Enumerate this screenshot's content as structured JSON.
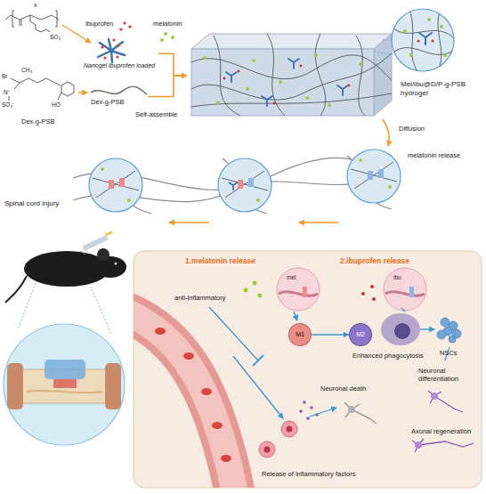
{
  "diagram": {
    "nodes": [
      {
        "text": [
          "Nanogel ibuprofen loaded"
        ]
      },
      {
        "text": [
          "Dex-g-PSB"
        ]
      },
      {
        "text": [
          "Mel/ibu@D/P-g-PSB hydrogel"
        ]
      },
      {
        "text": [
          "1.melatonin release",
          "2.ibuprofen release"
        ]
      },
      {
        "text": [
          "M1"
        ],
        "in": 3
      },
      {
        "text": [
          "M2"
        ],
        "in": 3
      }
    ],
    "edges": [
      {
        "from": 0,
        "to": 2,
        "arrow": "to"
      },
      {
        "from": 1,
        "to": 2,
        "arrow": "to"
      },
      {
        "from": 4,
        "to": 5,
        "arrow": "to"
      }
    ],
    "labels": [
      "x",
      "SO₃⁻",
      "ibuprofen",
      "Br",
      "CH₃",
      "N⁺",
      "SO₃⁻",
      "HO",
      "Dex-g-PSB",
      "melatonin",
      "Self-assemble",
      "Diffusion",
      "melatonin release",
      "Spinal cord injury",
      "anti-inflammatory",
      "mel",
      "ibu",
      "Enhanced phagocytosis",
      "NSCs",
      "Neuronal death",
      "Neuronal differentiation",
      "Axonal regeneration",
      "Release of inflammatory factors"
    ]
  }
}
